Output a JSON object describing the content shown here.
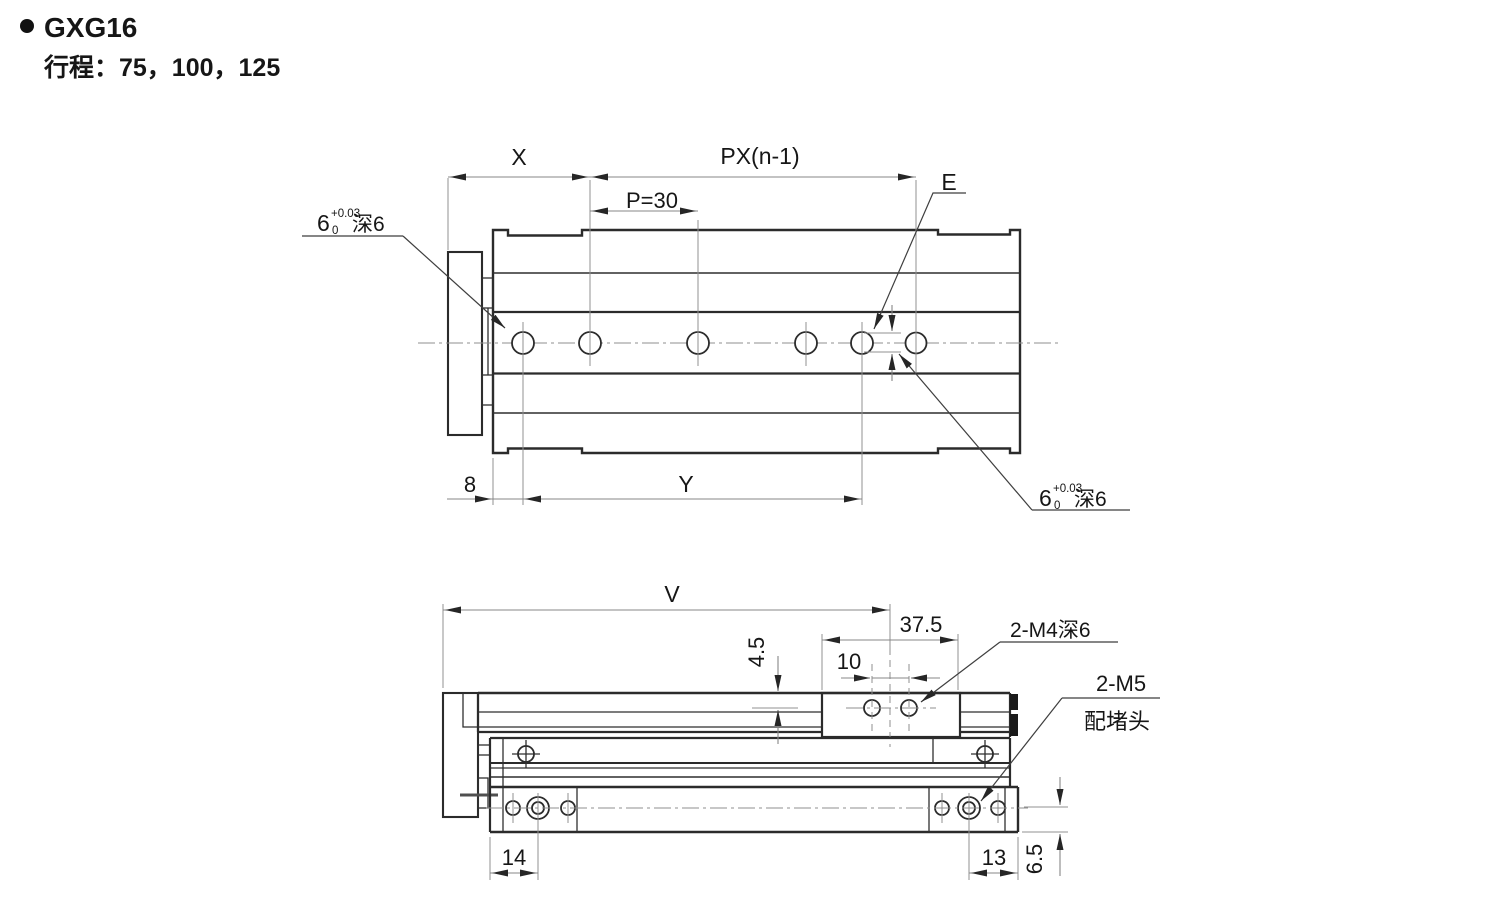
{
  "page": {
    "background": "#ffffff"
  },
  "colors": {
    "outline": "#2b2b2b",
    "dimension_line": "#8a8a8a",
    "leader_line": "#3f3f3f",
    "text": "#161616"
  },
  "header": {
    "bullet": "●",
    "model": "GXG16",
    "stroke_label": "行程：75，100，125"
  },
  "top_view": {
    "dim_x": "X",
    "dim_px": "PX(n-1)",
    "dim_p": "P=30",
    "dim_e": "E",
    "dim_8": "8",
    "dim_y": "Y",
    "pin_hole_note": {
      "base": "6",
      "tol_sup": "+0.03",
      "tol_sub": "0",
      "depth": "深6"
    }
  },
  "side_view": {
    "dim_v": "V",
    "dim_375": "37.5",
    "dim_10": "10",
    "dim_45": "4.5",
    "dim_14": "14",
    "dim_13": "13",
    "dim_65": "6.5",
    "note_m4": "2-M4深6",
    "note_m5": "2-M5",
    "note_m5_plug": "配堵头"
  }
}
